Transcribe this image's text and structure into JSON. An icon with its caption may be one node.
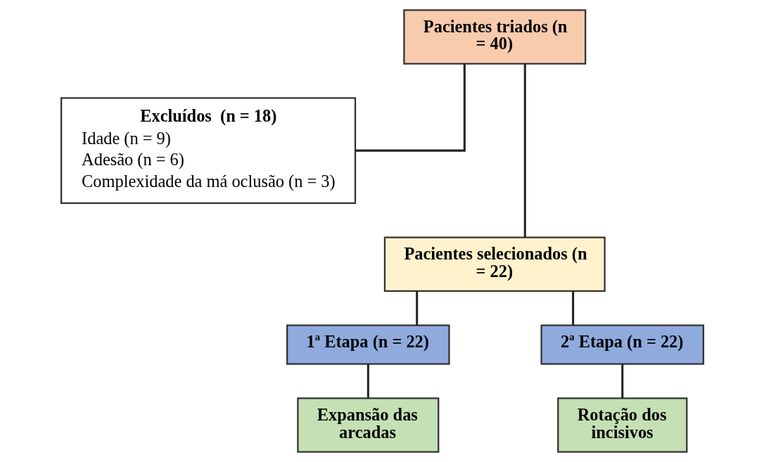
{
  "diagram": {
    "nodes": [
      {
        "text": [
          "Pacientes triados (n = 40)"
        ]
      },
      {
        "text": [
          "Excluídos  (n = 18)",
          "Idade (n = 9)",
          "Adesão (n = 6)",
          "Complexidade da má oclusão (n = 3)"
        ]
      },
      {
        "text": [
          "Pacientes selecionados (n = 22)"
        ]
      },
      {
        "text": [
          "1ª Etapa (n = 22)"
        ]
      },
      {
        "text": [
          "2ª Etapa (n = 22)"
        ]
      },
      {
        "text": [
          "Expansão das arcadas"
        ]
      },
      {
        "text": [
          "Rotação dos incisivos"
        ]
      }
    ],
    "edges": [
      {
        "from": 0,
        "to": 2,
        "arrow": "none"
      },
      {
        "from": 0,
        "to": 1,
        "arrow": "none"
      },
      {
        "from": 2,
        "to": 3,
        "arrow": "none"
      },
      {
        "from": 2,
        "to": 4,
        "arrow": "none"
      },
      {
        "from": 3,
        "to": 5,
        "arrow": "none"
      },
      {
        "from": 4,
        "to": 6,
        "arrow": "none"
      }
    ]
  }
}
